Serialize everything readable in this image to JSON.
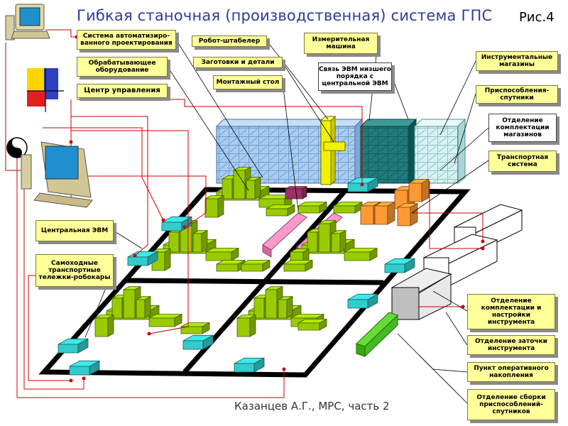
{
  "title": "Гибкая станочная (производственная) система ГПС",
  "figure_label": "Рис.4",
  "author": "Казанцев А.Г., МРС, часть 2",
  "colors": {
    "title": "#2f3b9a",
    "yellow_label": "#ffff99",
    "machine_green": "#99cc00",
    "conveyor_cyan": "#33cccc",
    "leader_red": "#cc0000",
    "storage_blue": "#99ccff",
    "storage_teal": "#006666",
    "floor_track": "#000000"
  },
  "labels": {
    "cad_system": "Система автоматизиро-ванного проектирования",
    "processing_equipment": "Обрабатывающее оборудование",
    "control_center": "Центр управления",
    "stacker_robot": "Робот-штабелер",
    "blanks_parts": "Заготовки и детали",
    "assembly_table": "Монтажный стол",
    "measuring_machine": "Измерительная машина",
    "lower_computer_link": "Связь ЭВМ низшего порядка с центральной ЭВМ",
    "tool_magazines": "Инструментальные магазины",
    "fixture_pallets": "Приспособления-спутники",
    "magazine_completion": "Отделение комплектации магазинов",
    "transport_system": "Транспортная система",
    "central_computer": "Центральная ЭВМ",
    "robocarts": "Самоходные транспортные тележки-робокары",
    "tool_completion": "Отделение комплектации и настройки инструмента",
    "tool_sharpening": "Отделение заточки инструмента",
    "buffer_storage": "Пункт оперативного накопления",
    "fixture_assembly": "Отделение сборки приспособлений-спутников"
  },
  "icons": [
    "computer-terminal-icon",
    "central-computer-icon",
    "yin-yang-icon",
    "color-squares-icon"
  ]
}
